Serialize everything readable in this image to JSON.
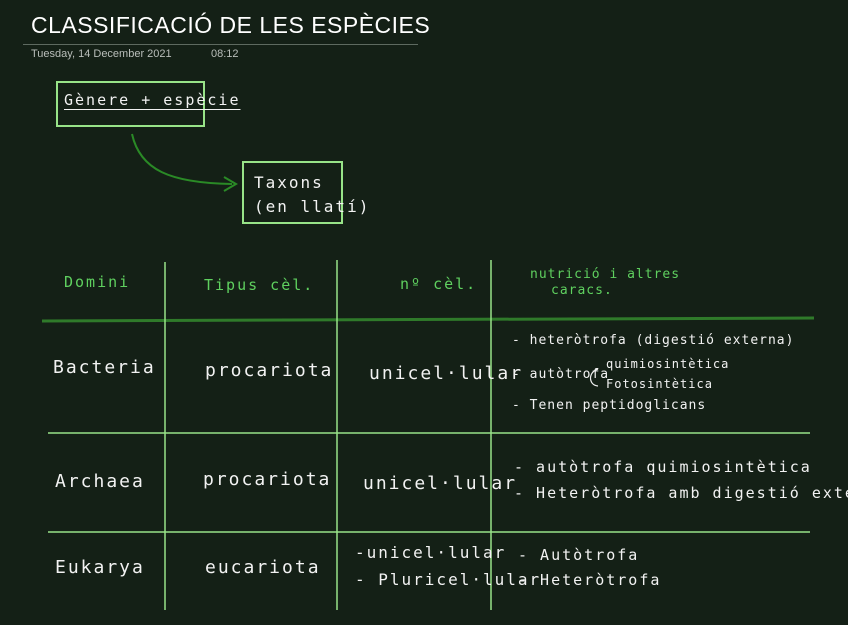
{
  "page": {
    "title": "CLASSIFICACIÓ DE LES ESPÈCIES",
    "date": "Tuesday, 14 December 2021",
    "time": "08:12"
  },
  "notes": {
    "box1": "Gènere + espècie",
    "box2_line1": "Taxons",
    "box2_line2": "(en llatí)"
  },
  "table": {
    "headers": {
      "col1": "Domini",
      "col2": "Tipus cèl.",
      "col3": "nº cèl.",
      "col4_line1": "nutrició i altres",
      "col4_line2": "caracs."
    },
    "rows": [
      {
        "domini": "Bacteria",
        "tipus": "procariota",
        "num": "unicel·lular",
        "notes": [
          "- heteròtrofa (digestió externa)",
          "- autòtrofa",
          "quimiosintètica",
          "Fotosintètica",
          "- Tenen peptidoglicans"
        ]
      },
      {
        "domini": "Archaea",
        "tipus": "procariota",
        "num": "unicel·lular",
        "notes": [
          "- autòtrofa quimiosintètica",
          "- Heteròtrofa amb digestió externa"
        ]
      },
      {
        "domini": "Eukarya",
        "tipus": "eucariota",
        "num1": "-unicel·lular",
        "num2": "- Pluricel·lular",
        "notes": [
          "- Autòtrofa",
          "- Heteròtrofa"
        ]
      }
    ]
  },
  "colors": {
    "background": "#142016",
    "table_lines": "#98e388",
    "header_rule": "#2f7a2a",
    "header_text": "#5fd05f",
    "arrow": "#2a8a26"
  }
}
